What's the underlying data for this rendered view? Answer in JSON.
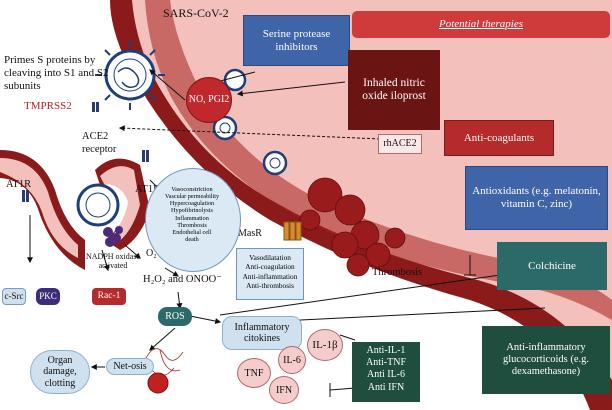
{
  "header": {
    "potential_therapies": "Potential therapies"
  },
  "labels": {
    "sars_cov2": "SARS-CoV-2",
    "primes": "Primes S proteins by cleaving into S1 and S2 subunits",
    "tmprss2": "TMPRSS2",
    "ace2": "ACE2 receptor",
    "at1r_left": "AT1R",
    "at1r_mid": "AT1R",
    "nadph": "NADPH oxidase activated",
    "o2": "O₂⁻",
    "h2o2": "H₂O₂ and ONOO⁻",
    "masr": "MasR",
    "no_pgi2": "NO, PGI2",
    "thrombosis": "Thrombosis",
    "csrc": "c-Src",
    "pkc": "PKC",
    "rac1": "Rac-1",
    "ros": "ROS",
    "inflammatory_cytokines": "Inflammatory citokines",
    "il1b": "IL-1β",
    "il6": "IL-6",
    "tnf": "TNF",
    "ifn": "IFN",
    "netosis": "Net-osis",
    "organ_damage": "Organ damage, clotting",
    "rhace2": "rhACE2"
  },
  "effects_bubble": [
    "Vasoconstriction",
    "Vascular permeability",
    "Hypercoagulation",
    "Hypofibrinolysis",
    "Inflammation",
    "Thrombosis",
    "Endothelial cell",
    "death"
  ],
  "protective_box": [
    "Vasodilatation",
    "Anti-coagulation",
    "Anti-inflammation",
    "Anti-thrombosis"
  ],
  "therapies": {
    "serine": "Serine protease inhibitors",
    "inhaled": "Inhaled nitric oxide iloprost",
    "anticoag": "Anti-coagulants",
    "antioxidants": "Antioxidants (e.g. melatonin, vitamin C, zinc)",
    "colchicine": "Colchicine",
    "antiinflam": "Anti-inflammatory glucocorticoids (e.g. dexamethasone)",
    "anti_il": [
      "Anti-IL-1",
      "Anti-TNF",
      "Anti IL-6",
      "Anti IFN"
    ]
  },
  "colors": {
    "vessel_outer": "#8b1a1a",
    "vessel_lumen": "#f3c0bb",
    "therapy_blue": "#3f64a8",
    "therapy_maroon": "#6b1414",
    "therapy_red": "#b52a2a",
    "therapy_teal": "#2c6a6a",
    "therapy_green": "#1f4d3e"
  }
}
